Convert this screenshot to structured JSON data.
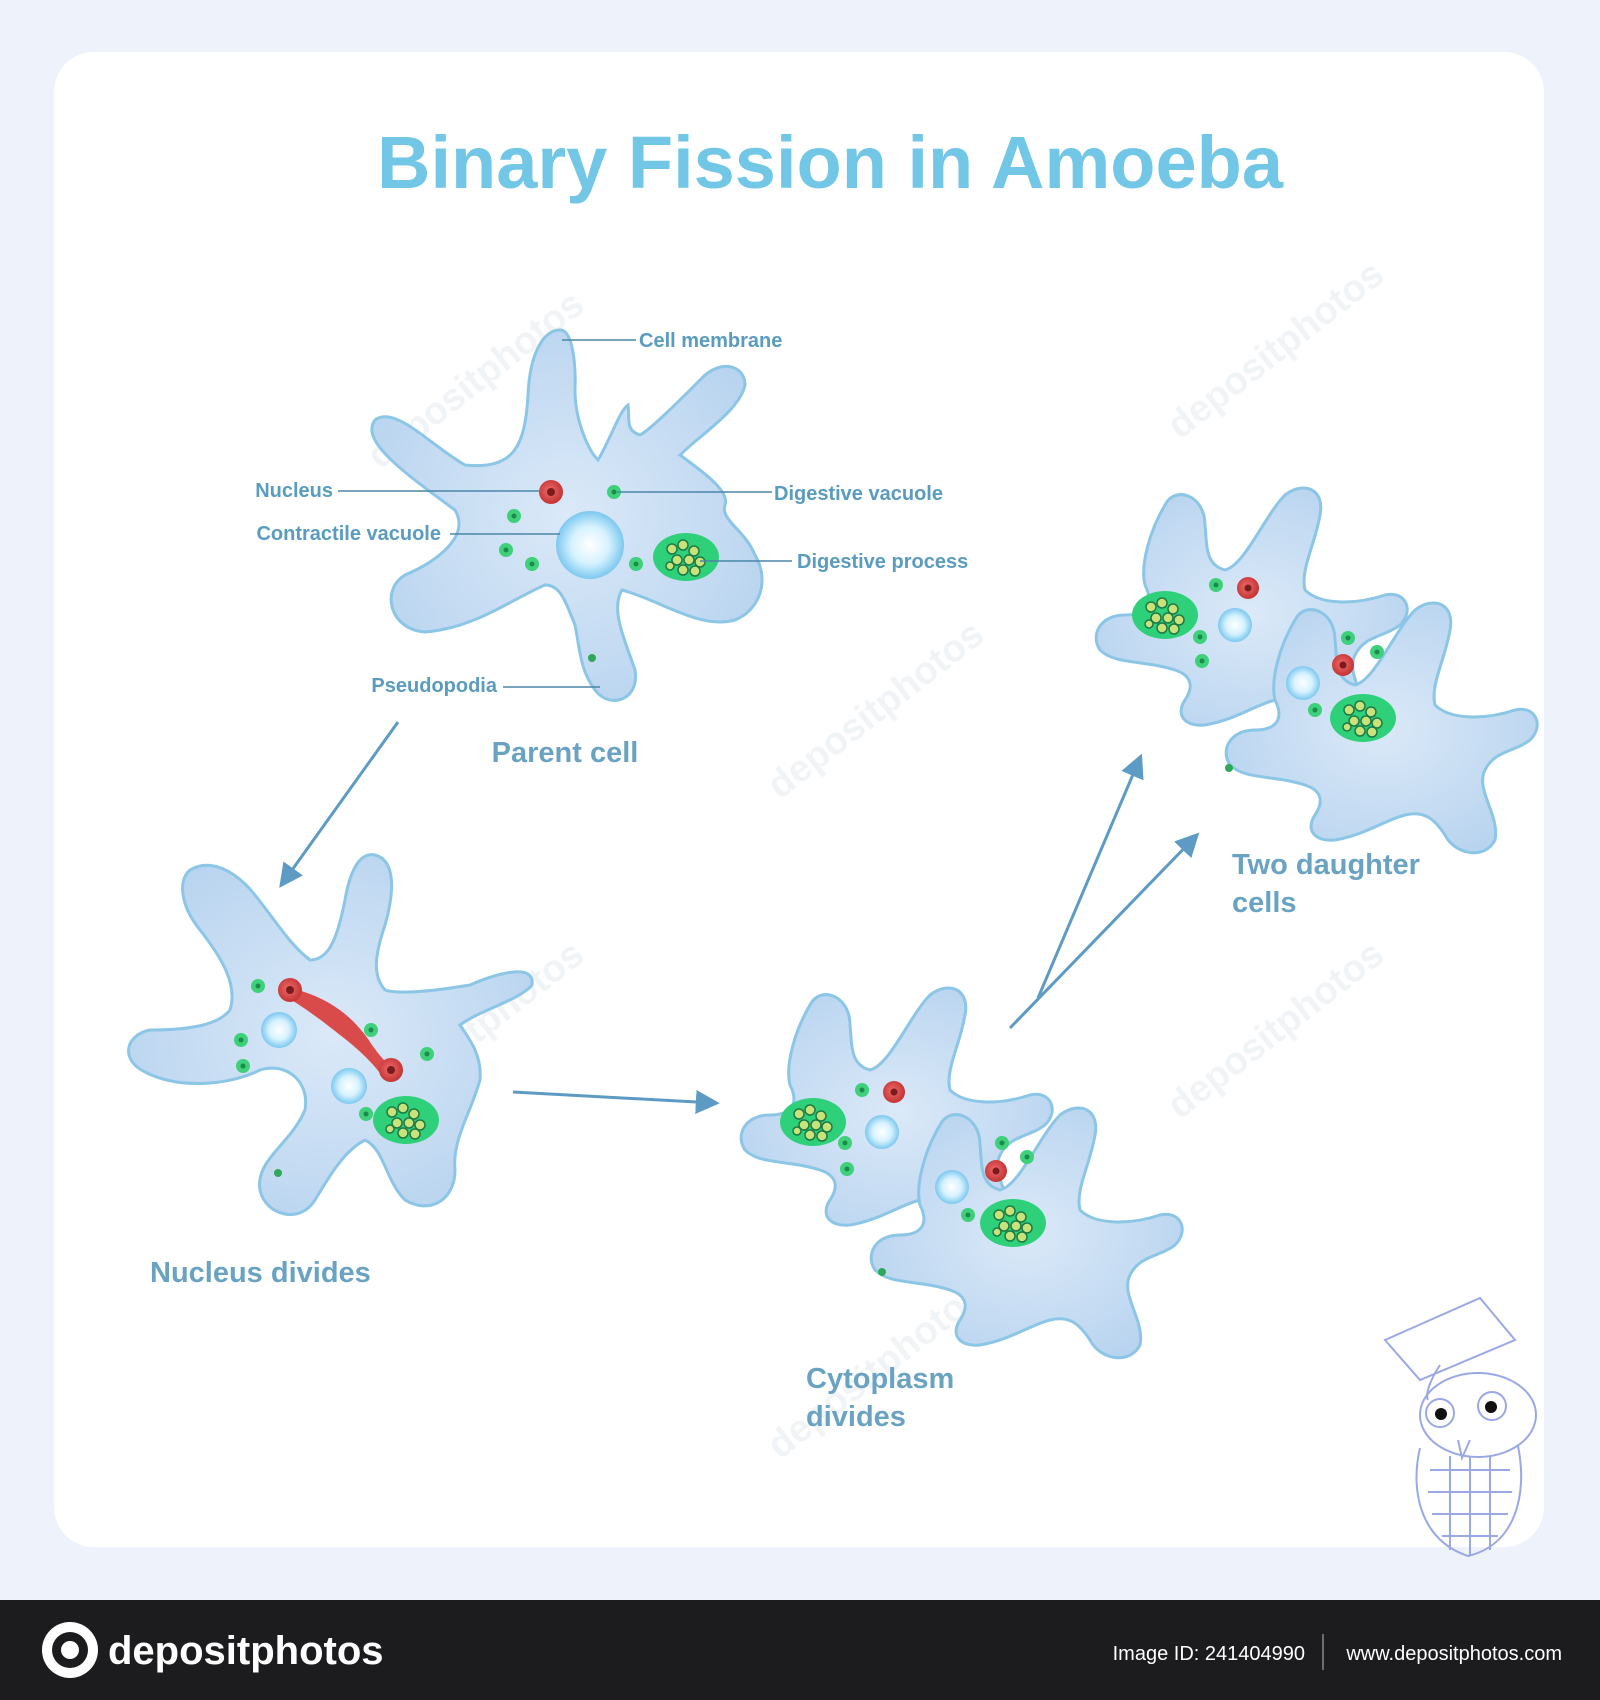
{
  "title": "Binary Fission in Amoeba",
  "labels": {
    "cell_membrane": "Cell membrane",
    "nucleus": "Nucleus",
    "contractile_vacuole": "Contractile vacuole",
    "digestive_vacuole": "Digestive vacuole",
    "digestive_process": "Digestive process",
    "pseudopodia": "Pseudopodia"
  },
  "stages": {
    "parent": "Parent cell",
    "nucleus_divides": "Nucleus divides",
    "cytoplasm_line1": "Cytoplasm",
    "cytoplasm_line2": "divides",
    "daughter_line1": "Two daughter",
    "daughter_line2": "cells"
  },
  "watermark": "depositphotos",
  "footer": {
    "brand": "depositphotos",
    "image_id": "Image ID: 241404990",
    "url": "www.depositphotos.com"
  },
  "colors": {
    "title": "#72c6e6",
    "cell_fill": "#b9d6f0",
    "nucleus": "#d94a4a",
    "digestive_vacuole": "#3ed07a",
    "footer_bg": "#1c1c1f"
  }
}
